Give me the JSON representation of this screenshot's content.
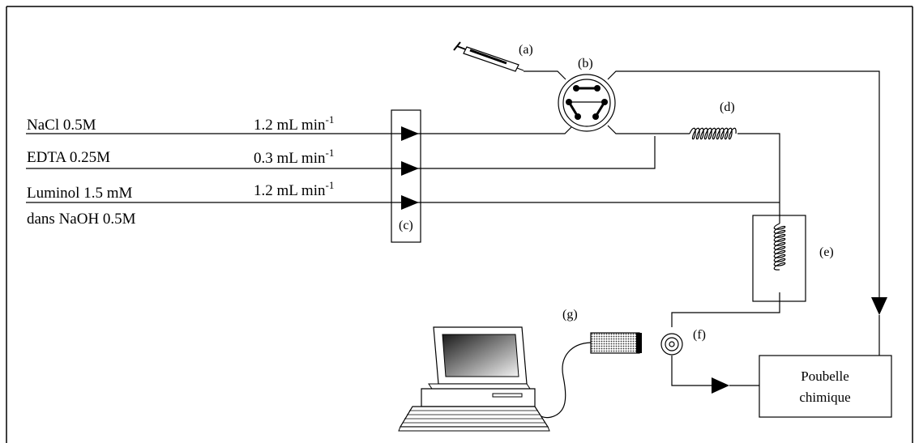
{
  "reagents": [
    {
      "name": "NaCl  0.5M",
      "flow": "1.2 mL min",
      "exp": "-1"
    },
    {
      "name": "EDTA  0.25M",
      "flow": "0.3 mL min",
      "exp": "-1"
    },
    {
      "name": "Luminol  1.5 mM",
      "name2": "dans NaOH  0.5M",
      "flow": "1.2 mL min",
      "exp": "-1"
    }
  ],
  "labels": {
    "a": "(a)",
    "b": "(b)",
    "c": "(c)",
    "d": "(d)",
    "e": "(e)",
    "f": "(f)",
    "g": "(g)"
  },
  "waste": {
    "line1": "Poubelle",
    "line2": "chimique"
  }
}
